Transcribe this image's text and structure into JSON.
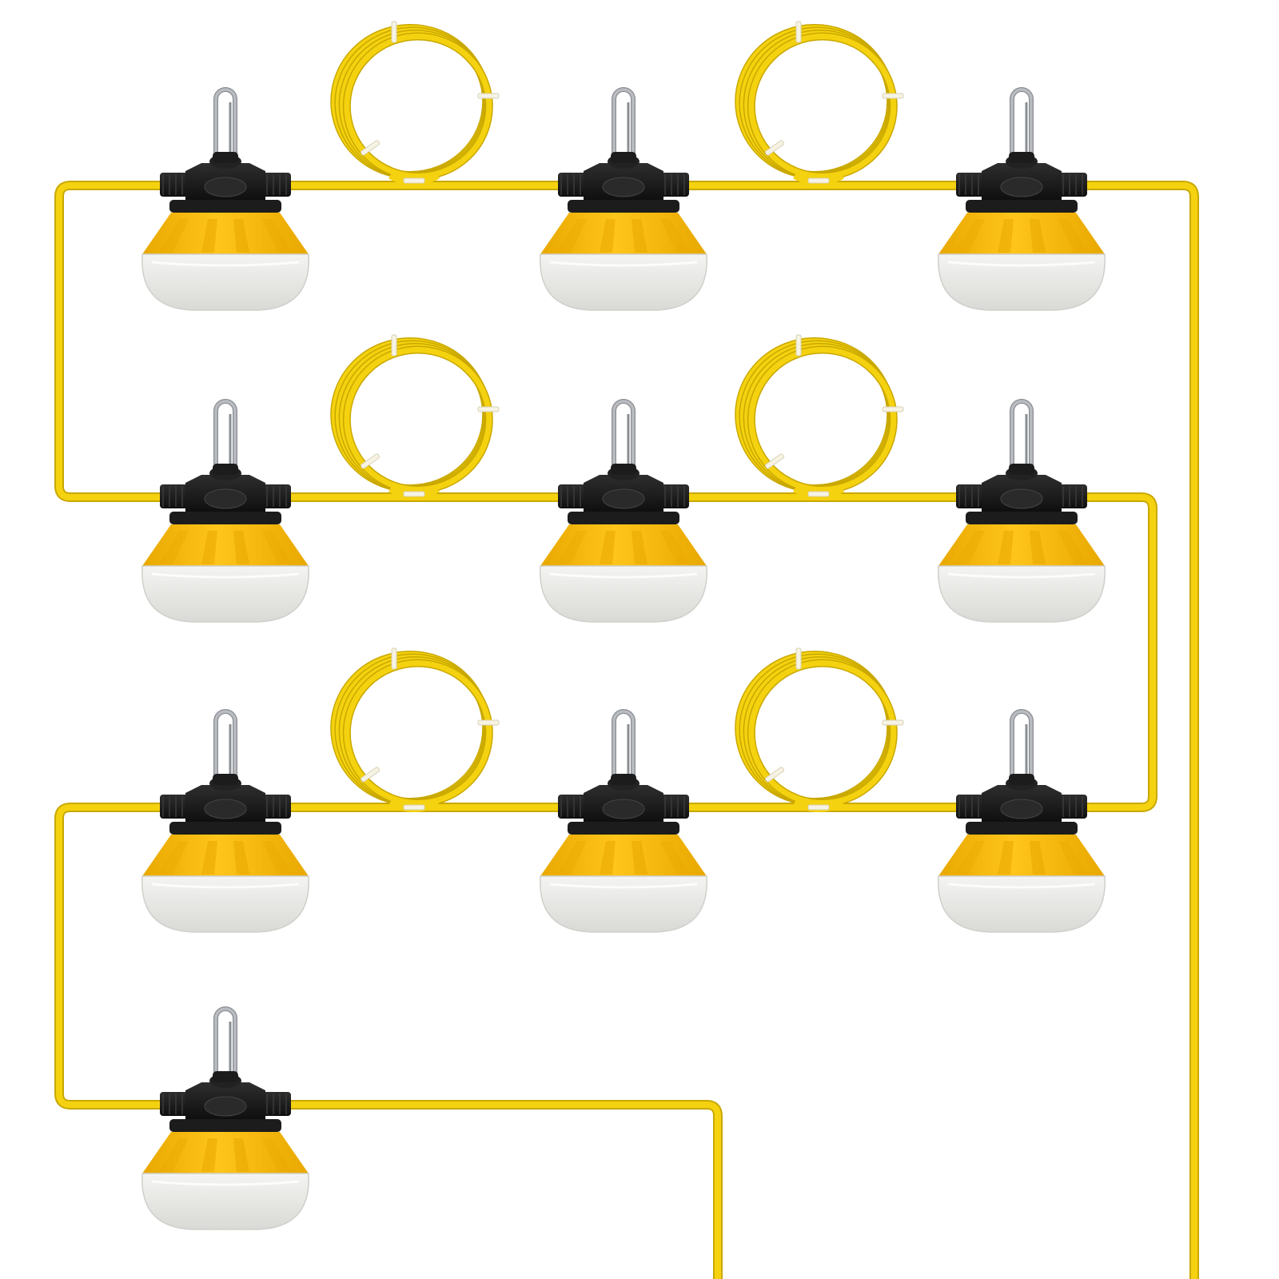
{
  "image": {
    "subject": "string-light-product-photo",
    "background_color": "#ffffff",
    "colors": {
      "cord": "#f5d20f",
      "cord_dark": "#c9a800",
      "shade": "#ffc51a",
      "shade_dark": "#e8a800",
      "diffuser": "#f4f4f2",
      "diffuser_shadow": "#d9d9d6",
      "cap": "#1c1c1c",
      "hook": "#b9bcc0",
      "zip_tie": "#f6f3e4"
    },
    "lights": [
      {
        "name": "light-row1-left"
      },
      {
        "name": "light-row1-center"
      },
      {
        "name": "light-row1-right"
      },
      {
        "name": "light-row2-left"
      },
      {
        "name": "light-row2-center"
      },
      {
        "name": "light-row2-right"
      },
      {
        "name": "light-row3-left"
      },
      {
        "name": "light-row3-center"
      },
      {
        "name": "light-row3-right"
      },
      {
        "name": "light-row4-left"
      }
    ],
    "cord_coils": [
      {
        "name": "coil-row1-a"
      },
      {
        "name": "coil-row1-b"
      },
      {
        "name": "coil-row2-a"
      },
      {
        "name": "coil-row2-b"
      },
      {
        "name": "coil-row3-a"
      },
      {
        "name": "coil-row3-b"
      }
    ]
  }
}
